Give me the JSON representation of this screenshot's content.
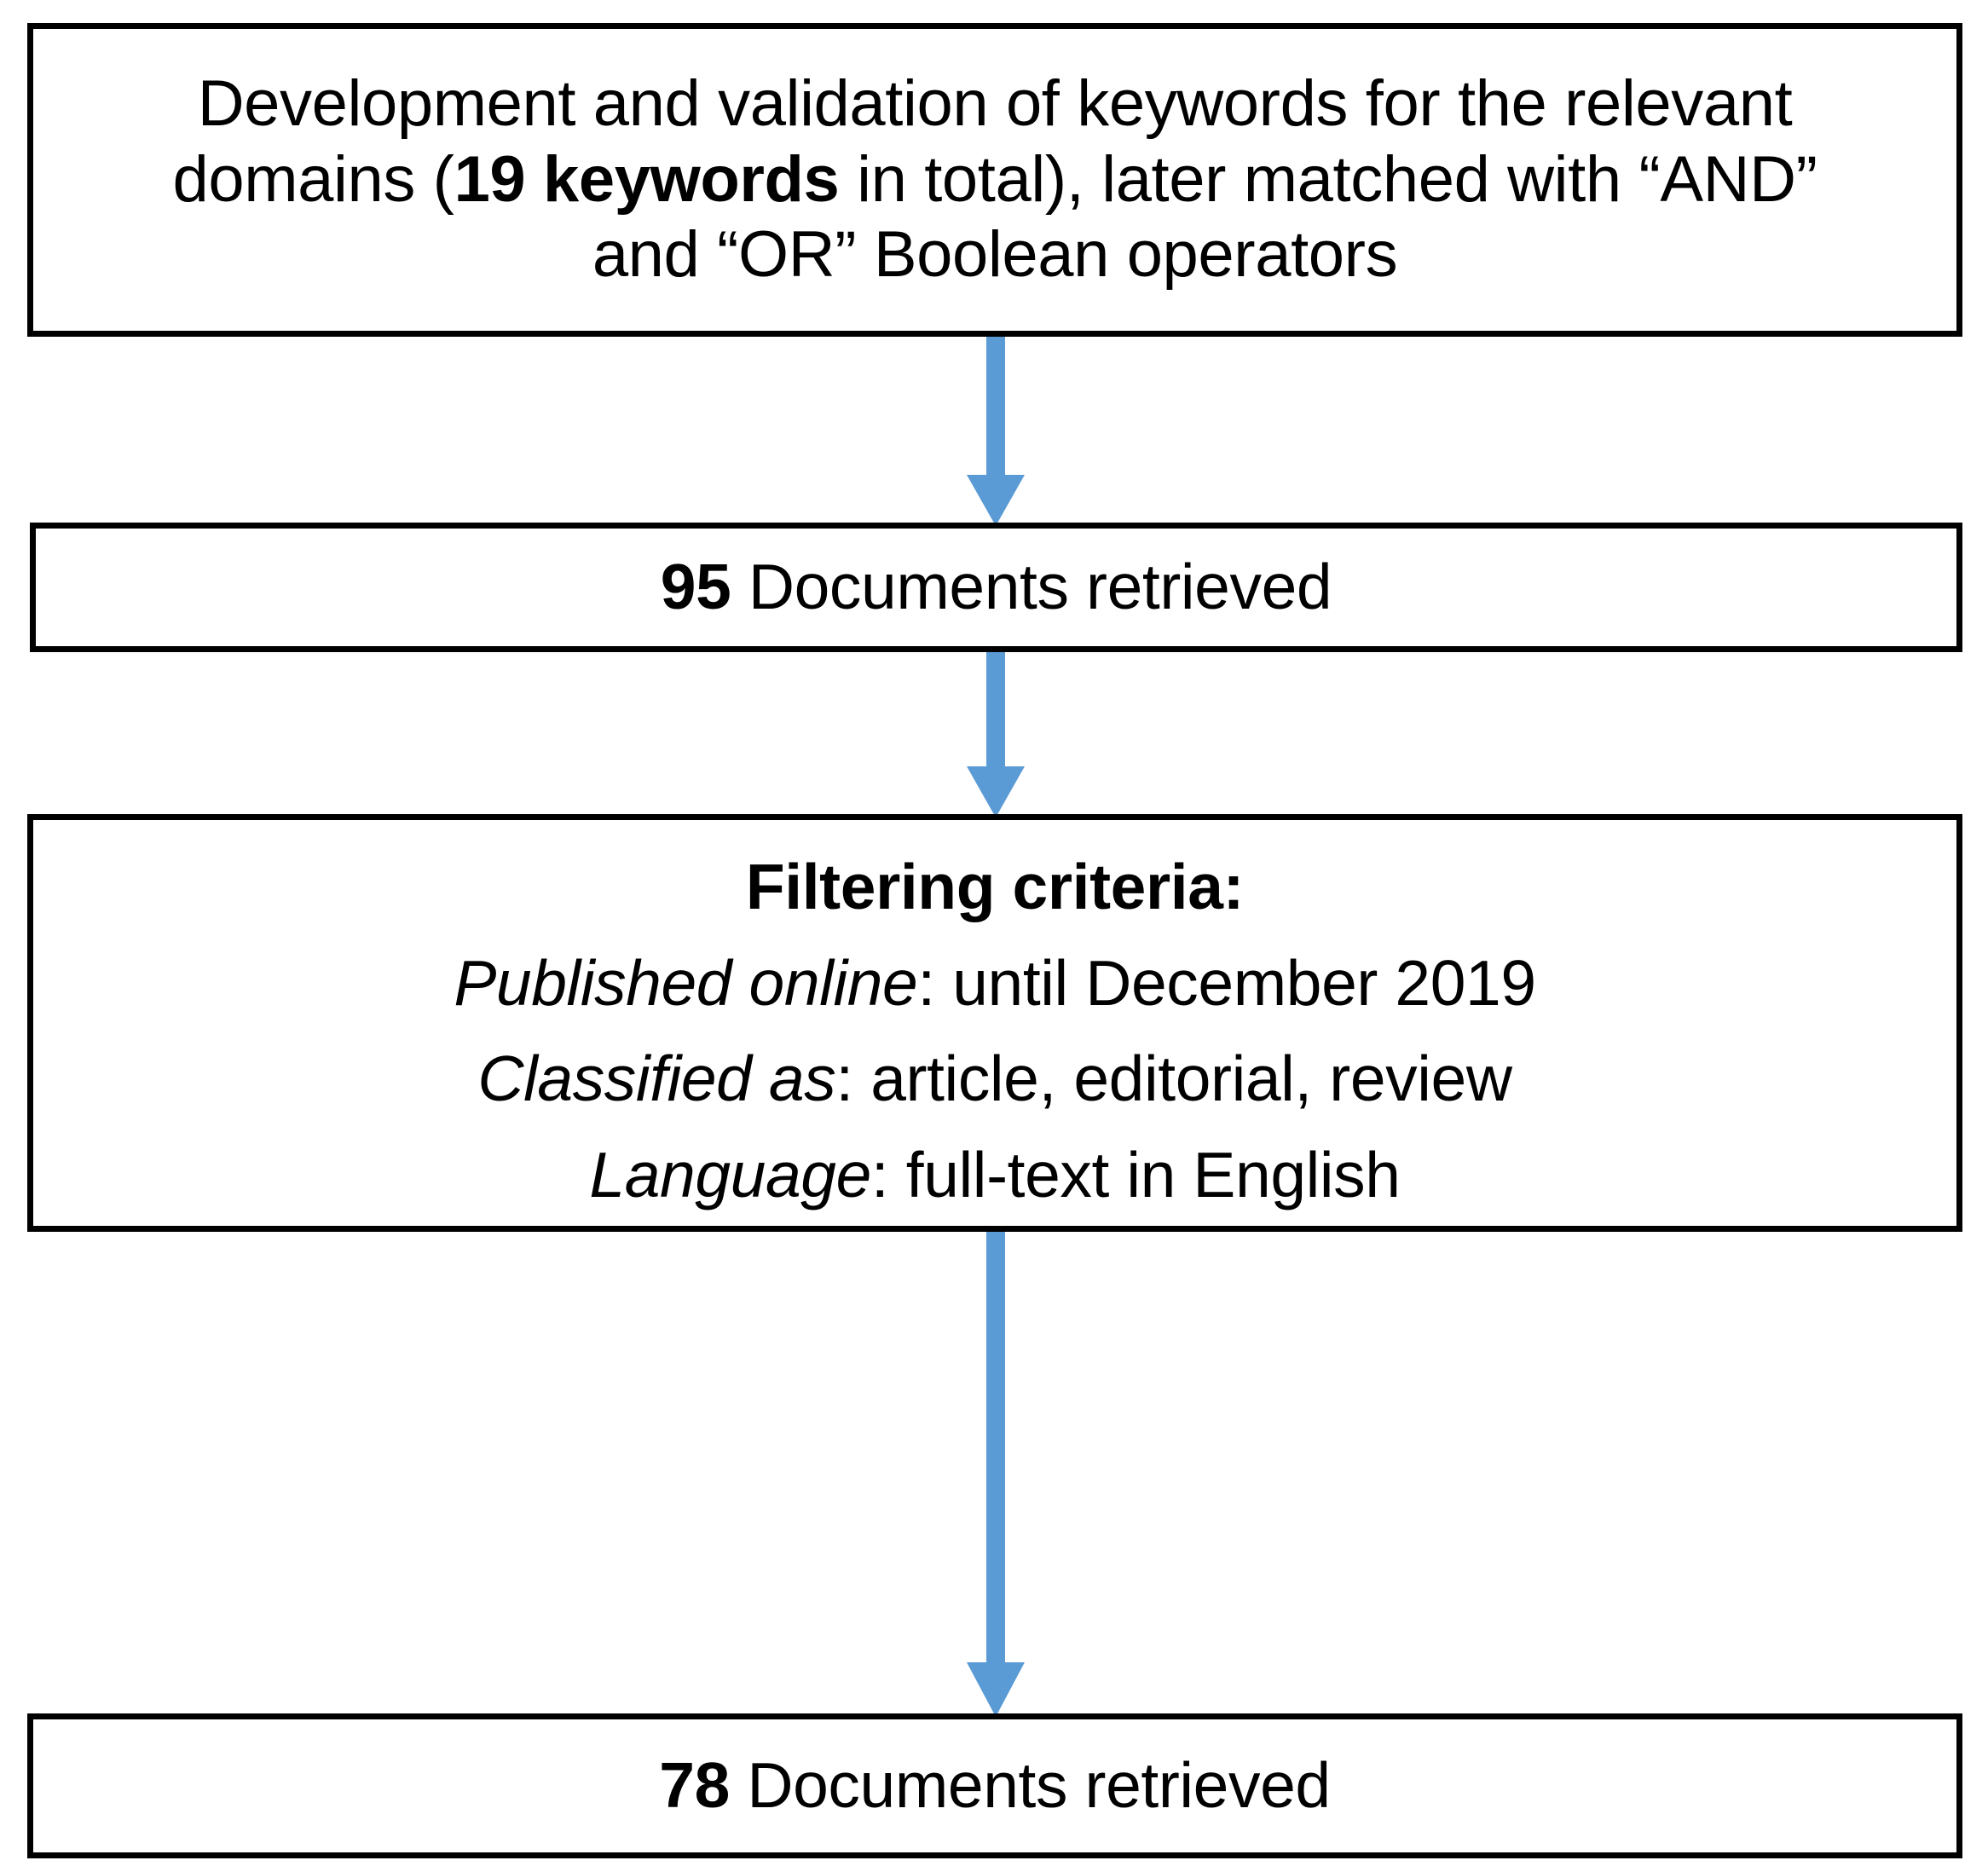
{
  "diagram": {
    "title": "Document retrieval and filtering flowchart",
    "accent_color": "#5B9BD5",
    "border_color": "#000000",
    "background_color": "#FFFFFF",
    "text_color": "#000000"
  },
  "boxes": {
    "keywords": {
      "line1": "Development and validation of keywords for the relevant",
      "line2_pre": "domains (",
      "line2_bold": "19 keywords",
      "line2_post": " in total), later matched with “AND”",
      "line3": "and “OR” Boolean operators"
    },
    "retrieved_95": {
      "count": "95",
      "label": " Documents retrieved"
    },
    "filtering": {
      "heading": "Filtering criteria:",
      "criteria": [
        {
          "term": "Published online",
          "value": ": until December 2019"
        },
        {
          "term": "Classified as",
          "value": ": article, editorial, review"
        },
        {
          "term": "Language",
          "value": ": full-text in English"
        }
      ]
    },
    "retrieved_78": {
      "count": "78",
      "label": " Documents retrieved"
    }
  },
  "arrows": [
    {
      "name": "arrow-keywords-to-95",
      "direction": "down"
    },
    {
      "name": "arrow-95-to-filtering",
      "direction": "down"
    },
    {
      "name": "arrow-filtering-to-78",
      "direction": "down"
    }
  ],
  "chart_data": {
    "type": "diagram",
    "title": "Document retrieval and filtering flowchart",
    "nodes": [
      {
        "id": "keywords",
        "label": "Development and validation of keywords for the relevant domains (19 keywords in total), later matched with “AND” and “OR” Boolean operators",
        "keywords_count": 19
      },
      {
        "id": "retrieved_95",
        "label": "95 Documents retrieved",
        "value": 95
      },
      {
        "id": "filtering",
        "label": "Filtering criteria: Published online: until December 2019; Classified as: article, editorial, review; Language: full-text in English"
      },
      {
        "id": "retrieved_78",
        "label": "78 Documents retrieved",
        "value": 78
      }
    ],
    "edges": [
      {
        "from": "keywords",
        "to": "retrieved_95"
      },
      {
        "from": "retrieved_95",
        "to": "filtering"
      },
      {
        "from": "filtering",
        "to": "retrieved_78"
      }
    ]
  }
}
